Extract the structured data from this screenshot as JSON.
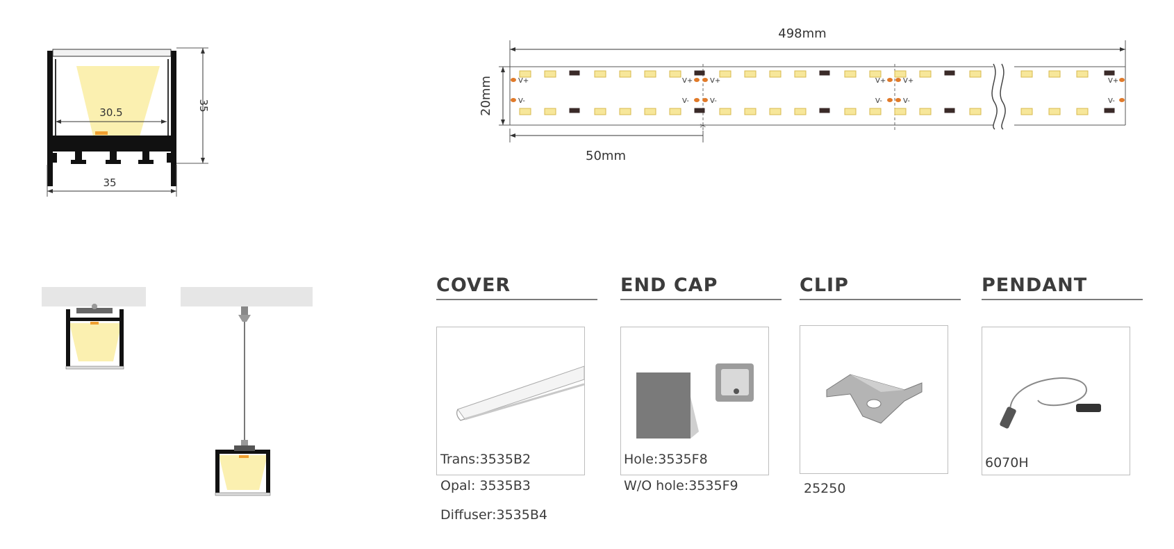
{
  "profile": {
    "inner_width": "30.5",
    "height": "35",
    "width": "35"
  },
  "strip": {
    "length": "498mm",
    "width": "20mm",
    "cut_length": "50mm",
    "vplus": "V+",
    "vminus": "V-"
  },
  "accessories": [
    {
      "title": "COVER",
      "codes": [
        "Trans:3535B2",
        "Opal: 3535B3",
        "Diffuser:3535B4"
      ]
    },
    {
      "title": "END CAP",
      "codes": [
        "Hole:3535F8",
        "W/O hole:3535F9"
      ]
    },
    {
      "title": "CLIP",
      "codes": [
        "25250"
      ]
    },
    {
      "title": "PENDANT",
      "codes": [
        "6070H"
      ]
    }
  ]
}
